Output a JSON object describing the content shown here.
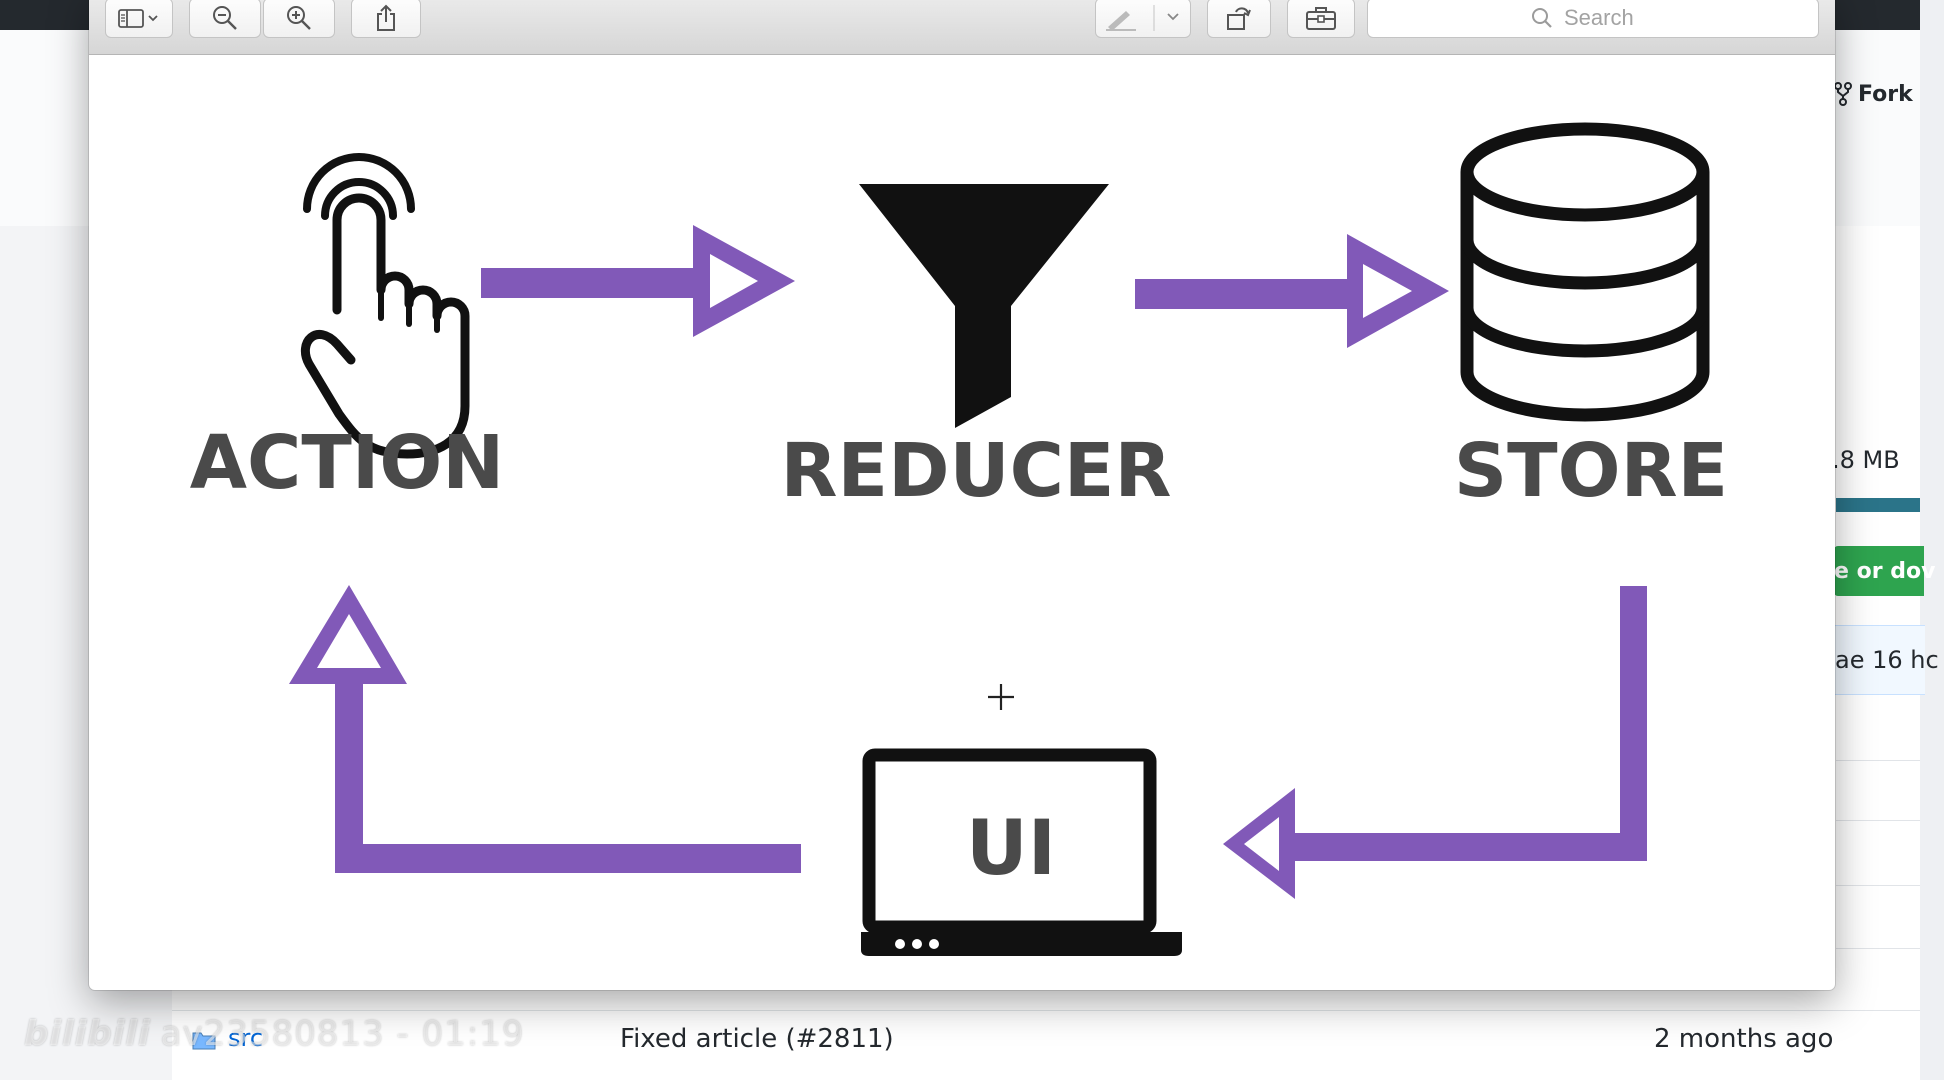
{
  "background_page": {
    "fork_label": "Fork",
    "repo_size": ".8 MB",
    "clone_button_label": "e or dov",
    "latest_commit_text": "ae 16 hc",
    "file_row": {
      "name": "src",
      "message": "Fixed article (#2811)",
      "age": "2 months ago"
    },
    "watermark": {
      "logo": "bilibili",
      "text": "av23580813 - 01:19"
    }
  },
  "preview_window": {
    "toolbar": {
      "buttons": [
        {
          "icon": "sidebar-toggle-icon"
        },
        {
          "icon": "zoom-out-icon"
        },
        {
          "icon": "zoom-in-icon"
        },
        {
          "icon": "share-icon"
        },
        {
          "icon": "markup-pen-icon"
        },
        {
          "icon": "rotate-icon"
        },
        {
          "icon": "toolbox-icon"
        }
      ],
      "search_placeholder": "Search"
    },
    "diagram": {
      "nodes": {
        "action": "ACTION",
        "reducer": "REDUCER",
        "store": "STORE",
        "ui": "UI"
      },
      "colors": {
        "arrow": "#8159b8",
        "label": "#4a4a4a",
        "icon": "#111111"
      }
    }
  }
}
